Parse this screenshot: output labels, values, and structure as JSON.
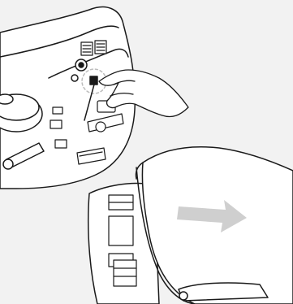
{
  "illustration": {
    "steps": [
      {
        "id": "step-1",
        "subject": "hand-pressing-release-latch"
      },
      {
        "id": "step-2",
        "subject": "panel-swinging-open"
      }
    ],
    "colors": {
      "background": "#f2f2f2",
      "panel_fill": "#ffffff",
      "outline": "#1a1a1a",
      "arrow": "#cfcfcf",
      "highlight_circle": "#bdbdbd"
    },
    "icons": [
      "hand-icon",
      "direction-arrow-icon",
      "release-latch-icon"
    ]
  }
}
